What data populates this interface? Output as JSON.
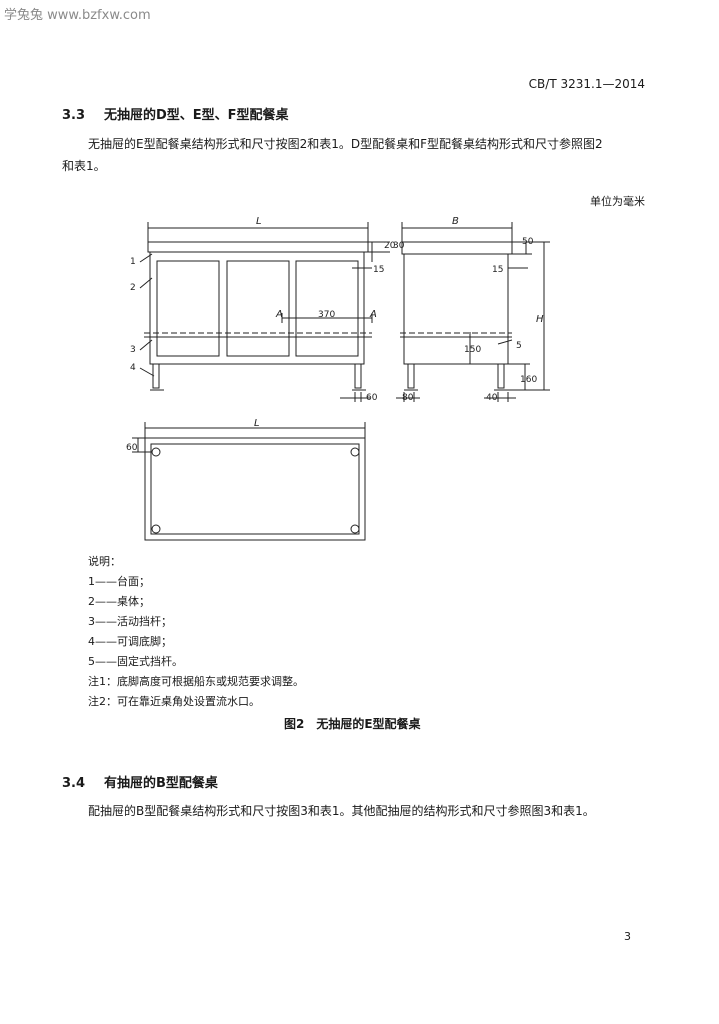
{
  "watermark": "学兔兔 www.bzfxw.com",
  "header": {
    "standard_code": "CB/T 3231.1—2014"
  },
  "section_3_3": {
    "number": "3.3",
    "title": "无抽屉的D型、E型、F型配餐桌",
    "paragraph_line1": "无抽屉的E型配餐桌结构形式和尺寸按图2和表1。D型配餐桌和F型配餐桌结构形式和尺寸参照图2",
    "paragraph_line2": "和表1。"
  },
  "unit_note": "单位为毫米",
  "figure": {
    "dims": {
      "L_top": "L",
      "B_top": "B",
      "d20": "20",
      "d30": "30",
      "d50": "50",
      "d15_left": "15",
      "d15_right": "15",
      "d370": "370",
      "section_a_left": "A",
      "section_a_right": "A",
      "d150": "150",
      "H": "H",
      "d60_bottom": "60",
      "d80": "80",
      "d40": "40",
      "d160": "160",
      "L_plan": "L",
      "d60_plan": "60"
    },
    "callouts": {
      "c1": "1",
      "c2": "2",
      "c3": "3",
      "c4": "4",
      "c5": "5"
    }
  },
  "legend": {
    "title": "说明：",
    "items": [
      "1——台面；",
      "2——桌体；",
      "3——活动挡杆；",
      "4——可调底脚；",
      "5——固定式挡杆。"
    ],
    "notes": [
      "注1：底脚高度可根据船东或规范要求调整。",
      "注2：可在靠近桌角处设置流水口。"
    ]
  },
  "figure_caption": "图2　无抽屉的E型配餐桌",
  "section_3_4": {
    "number": "3.4",
    "title": "有抽屉的B型配餐桌",
    "paragraph": "配抽屉的B型配餐桌结构形式和尺寸按图3和表1。其他配抽屉的结构形式和尺寸参照图3和表1。"
  },
  "page_number": "3"
}
